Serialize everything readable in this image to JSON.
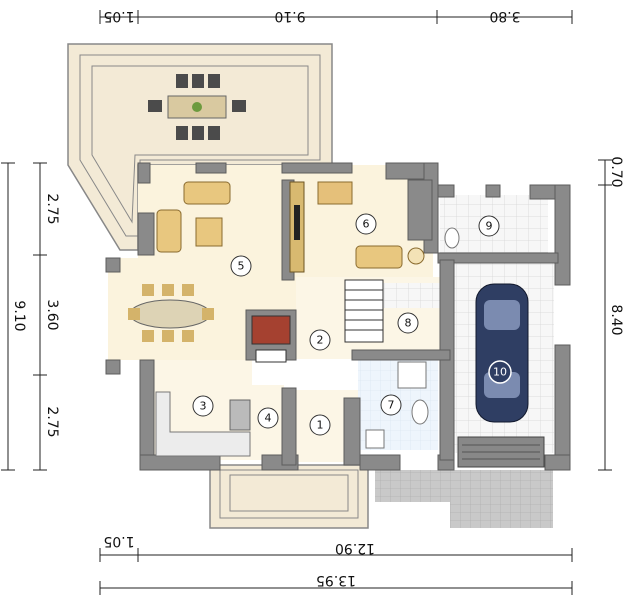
{
  "dimensions": {
    "top": [
      "1.05",
      "9.10",
      "3.80"
    ],
    "bottom_row1": [
      "1.05",
      "12.90"
    ],
    "bottom_row2": [
      "13.95"
    ],
    "left": [
      "2.75",
      "3.60",
      "2.75"
    ],
    "left_total": "9.10",
    "right_small": "0.70",
    "right_total": "8.40"
  },
  "rooms": [
    "1",
    "2",
    "3",
    "4",
    "5",
    "6",
    "7",
    "8",
    "9",
    "10"
  ],
  "colors": {
    "wall": "#8a8a8a",
    "living_floor": "#fbf3dd",
    "terrace_floor": "#f3ead6",
    "tile_floor": "#ffffff",
    "bath_floor": "#eaf2fb",
    "paving": "#c8c8c8",
    "dimension_line": "#222222",
    "car": "#2f3e63"
  }
}
